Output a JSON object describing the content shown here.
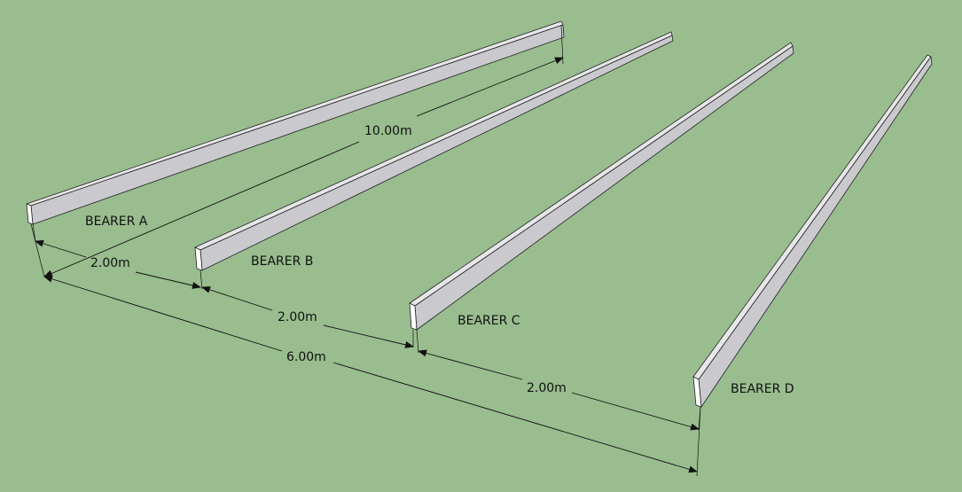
{
  "bearers": [
    {
      "label": "BEARER A"
    },
    {
      "label": "BEARER B"
    },
    {
      "label": "BEARER C"
    },
    {
      "label": "BEARER D"
    }
  ],
  "dimensions": {
    "length": "10.00m",
    "spacing_ab": "2.00m",
    "spacing_bc": "2.00m",
    "spacing_cd": "2.00m",
    "total": "6.00m"
  },
  "colors": {
    "background": "#99bd8e",
    "bearer_face": "#c9c9ce",
    "bearer_top": "#e7e7ea",
    "bearer_end": "#ffffff"
  }
}
